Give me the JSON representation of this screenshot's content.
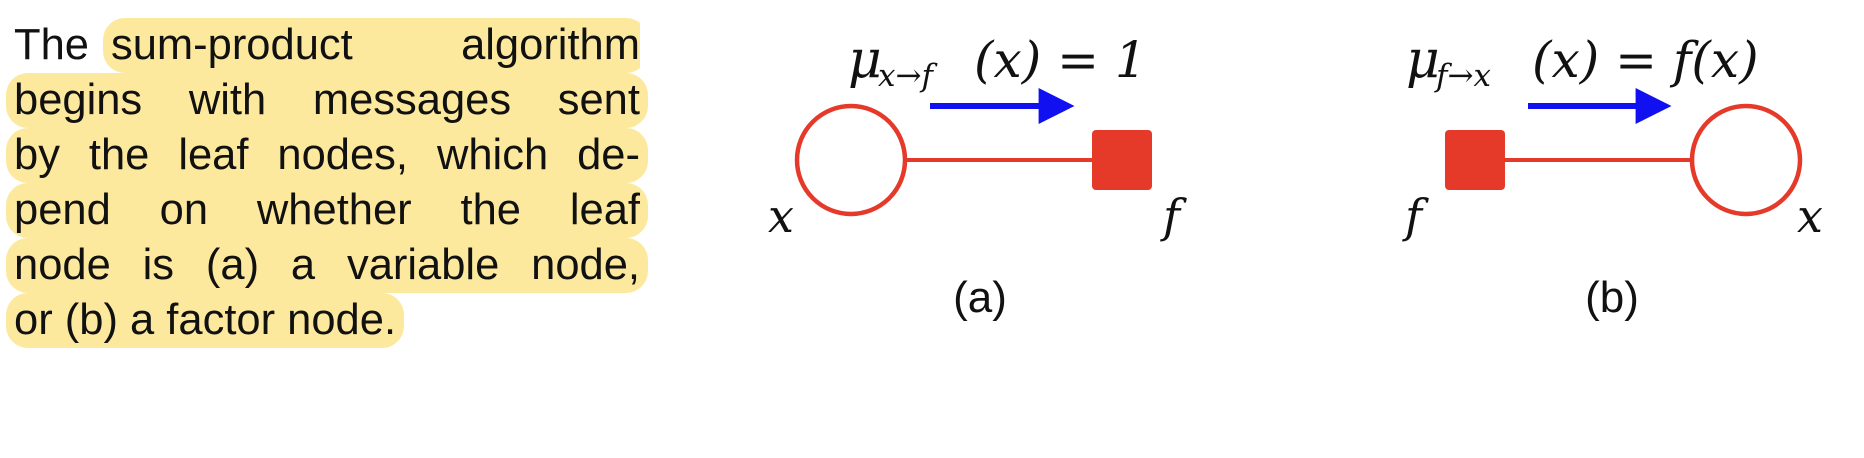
{
  "paragraph": {
    "line1_lead": "The",
    "line1_words": [
      "sum-product",
      "algorithm"
    ],
    "line2_words": [
      "begins",
      "with",
      "messages",
      "sent"
    ],
    "line3_words": [
      "by",
      "the",
      "leaf",
      "nodes,",
      "which",
      "de-"
    ],
    "line4_words": [
      "pend",
      "on",
      "whether",
      "the",
      "leaf"
    ],
    "line5_words": [
      "node",
      "is",
      "(a)",
      "a",
      "variable",
      "node,"
    ],
    "line6": "or (b) a factor node."
  },
  "panel_a": {
    "message_mu": "μ",
    "message_subscript": "x→f",
    "message_rhs": "(x) = 1",
    "variable_label": "x",
    "factor_label": "f",
    "caption": "(a)"
  },
  "panel_b": {
    "message_mu": "μ",
    "message_subscript": "f→x",
    "message_rhs": "(x) = f(x)",
    "variable_label": "x",
    "factor_label": "f",
    "caption": "(b)"
  },
  "colors": {
    "highlight": "#fde99d",
    "node_red": "#e53a2a",
    "arrow_blue": "#1010f0",
    "text": "#111111"
  }
}
